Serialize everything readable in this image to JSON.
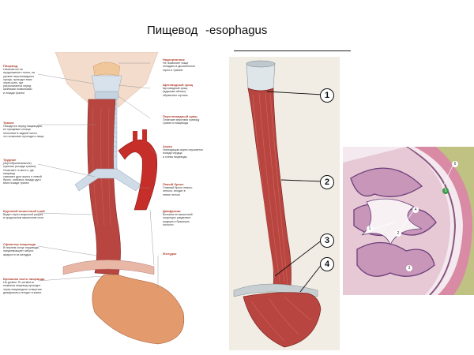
{
  "title": {
    "ru": "Пищевод",
    "en": "-esophagus"
  },
  "left_panel": {
    "labels_left": [
      {
        "head": "Пищевод",
        "lines": [
          "Начинается на",
          "продолжение глотки, на",
          "уровне перстневидного",
          "хряща, проходит вниз",
          "через шею, где",
          "располагается перед",
          "шейными позвонками",
          "и позади трахеи"
        ]
      },
      {
        "head": "Трахея",
        "lines": [
          "Находится перед пищеводом,",
          "ее хрящевые кольца",
          "неполные в задней части,",
          "что позволяет проходить пище"
        ]
      },
      {
        "head": "Трудное",
        "lines": [
          "(аортобронхиальное)",
          "сужение (позади трахеи)",
          "Отмечает то место, где пищевод",
          "сжимают дуга аорты и левый",
          "бронх, огибаясь позади дуги",
          "вниз позади трахеи"
        ]
      },
      {
        "head": "Круговой мышечный слой",
        "lines": [
          "Виден через вскрытый разрез,",
          "в продольном мышечном слое"
        ]
      },
      {
        "head": "Сфинктер пищевода",
        "lines": [
          "В нижнем конце пищевода,",
          "предотвращает заброс",
          "жидкости из желудка"
        ]
      },
      {
        "head": "Брюшная часть пищевода",
        "lines": [
          "На уровне Th-сегмента",
          "позвонка пищевод проходит",
          "через пищеводное отверстие",
          "диафрагмы и входит в живот"
        ]
      }
    ],
    "labels_right": [
      {
        "head": "Надгортанник",
        "lines": [
          "Не позволяет пище",
          "попадать в дыхательное",
          "горло и трахею"
        ]
      },
      {
        "head": "Щитовидный хрящ",
        "lines": [
          "Щитовидный хрящ",
          "(адамово яблоко)",
          "обрамляет гортань"
        ]
      },
      {
        "head": "Перстневидный хрящ",
        "lines": [
          "Отмечает верхнюю границу",
          "трахеи и пищевода"
        ]
      },
      {
        "head": "Аорта",
        "lines": [
          "Нисходящая аорта спускается",
          "позади сердца",
          "и слева пищевода"
        ]
      },
      {
        "head": "Левый бронх",
        "lines": [
          "Главный бронх левого",
          "легкого, входит в",
          "левое легкое"
        ]
      },
      {
        "head": "Диафрагма",
        "lines": [
          "Волокна ее мышечной",
          "структуры разделяют",
          "грудную и брюшную",
          "полости"
        ]
      },
      {
        "head": "Желудок",
        "lines": []
      }
    ]
  },
  "middle_panel": {
    "markers": [
      "1",
      "2",
      "3",
      "4"
    ]
  },
  "right_panel": {
    "markers": [
      "1",
      "2",
      "3",
      "4",
      "5",
      "6"
    ]
  },
  "colors": {
    "muscle": "#b8453f",
    "muscle_dark": "#8e2a28",
    "cartilage": "#c9d6e4",
    "skin": "#f2d7c2",
    "histo_bg": "#efe6ea",
    "histo_epith": "#7a4f8c",
    "histo_muscle": "#c46f8a"
  }
}
